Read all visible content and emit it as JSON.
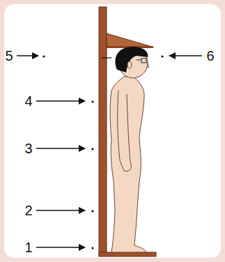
{
  "diagram": {
    "labels": [
      "5",
      "6",
      "4",
      "3",
      "2",
      "1"
    ]
  }
}
